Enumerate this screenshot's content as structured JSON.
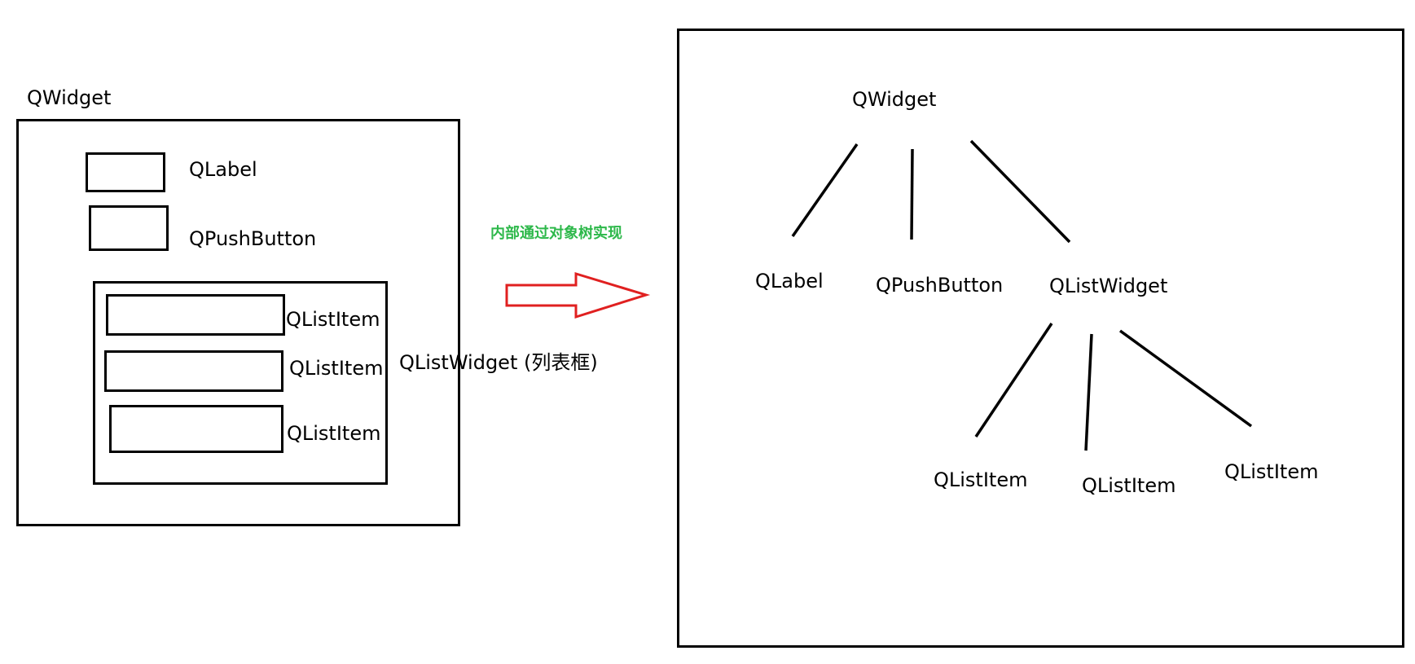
{
  "left_diagram": {
    "widget_label": "QWidget",
    "label_name": "QLabel",
    "button_name": "QPushButton",
    "list_items": [
      "QListItem",
      "QListItem",
      "QListItem"
    ],
    "list_widget_label": "QListWidget (列表框)"
  },
  "transition": {
    "note": "内部通过对象树实现",
    "note_color": "#2db84a",
    "arrow_color": "#e02020"
  },
  "right_diagram": {
    "root": "QWidget",
    "children": [
      "QLabel",
      "QPushButton",
      "QListWidget"
    ],
    "grandchildren": [
      "QListItem",
      "QListItem",
      "QListItem"
    ]
  }
}
